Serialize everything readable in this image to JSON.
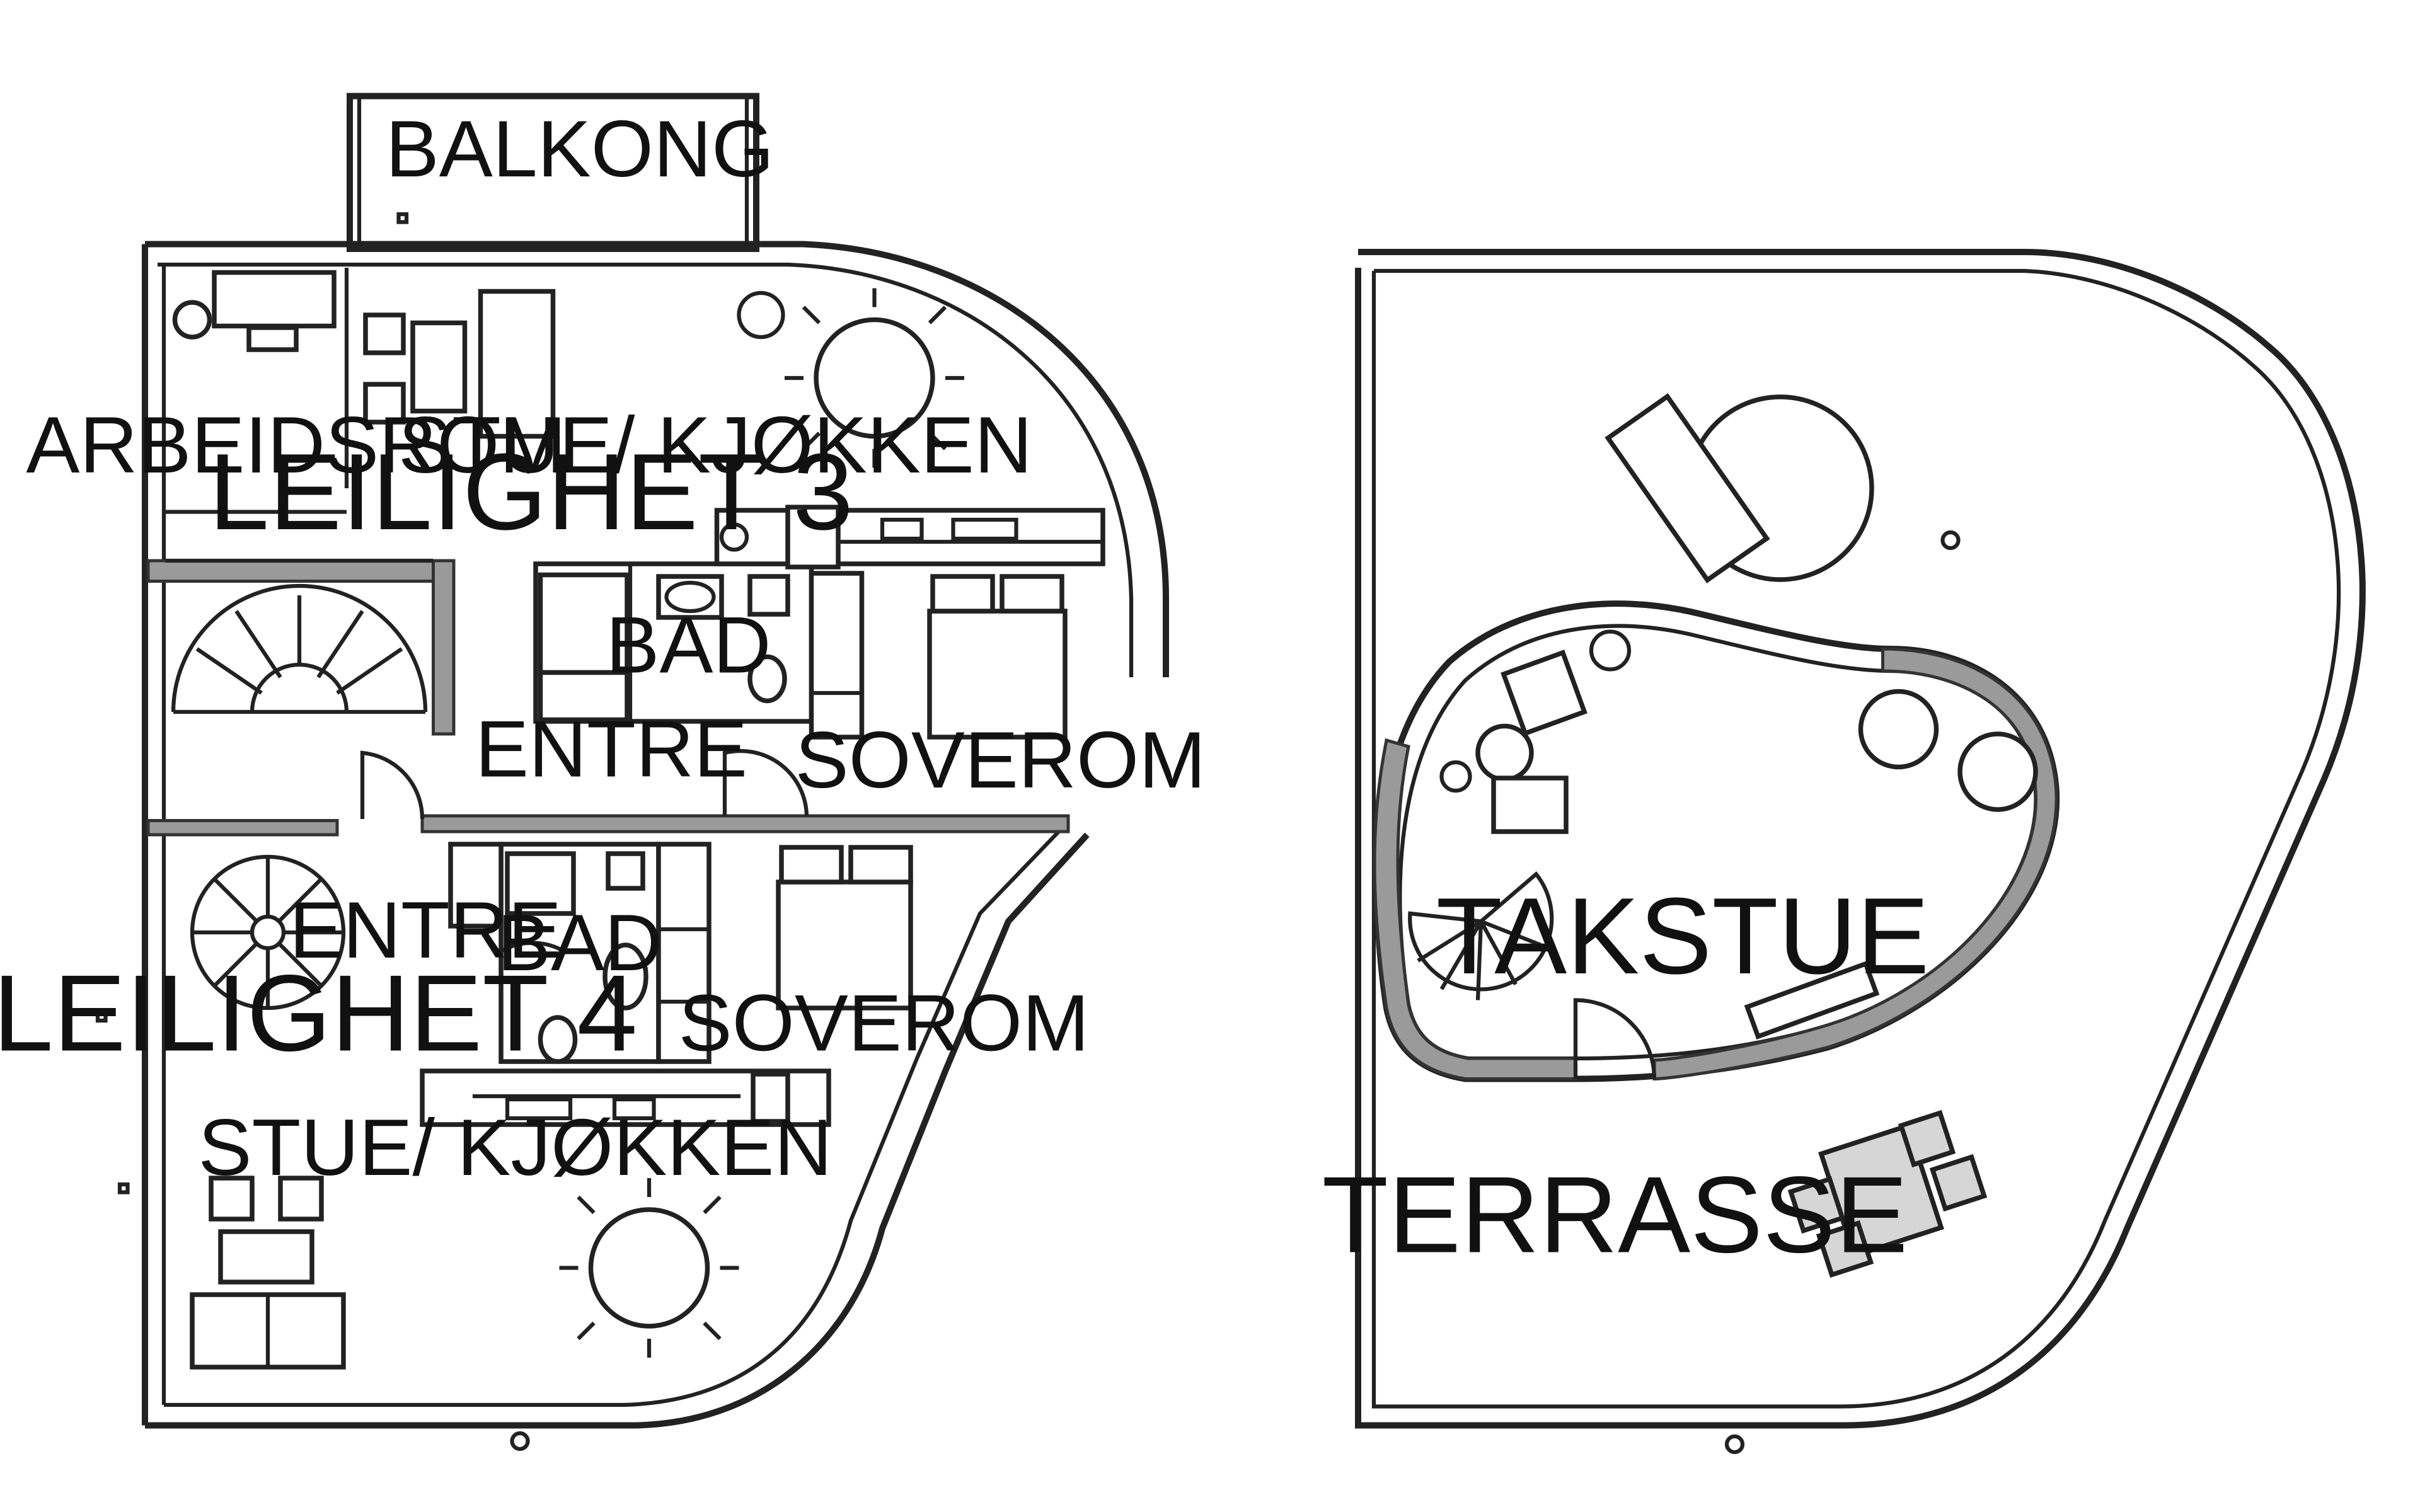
{
  "plan": {
    "left_plan": {
      "balcony": "BALKONG",
      "apt3": {
        "name": "LEILIGHET 3",
        "study": "ARBEIDSROM",
        "living": "STUE/ KJØKKEN",
        "bath": "BAD",
        "entry": "ENTRE",
        "bedroom": "SOVEROM"
      },
      "apt4": {
        "name": "LEILIGHET 4",
        "entry": "ENTRE",
        "bath": "BAD",
        "bedroom": "SOVEROM",
        "living": "STUE/ KJØKKEN"
      }
    },
    "right_plan": {
      "roof_lounge": "TAKSTUE",
      "terrace": "TERRASSE"
    }
  }
}
